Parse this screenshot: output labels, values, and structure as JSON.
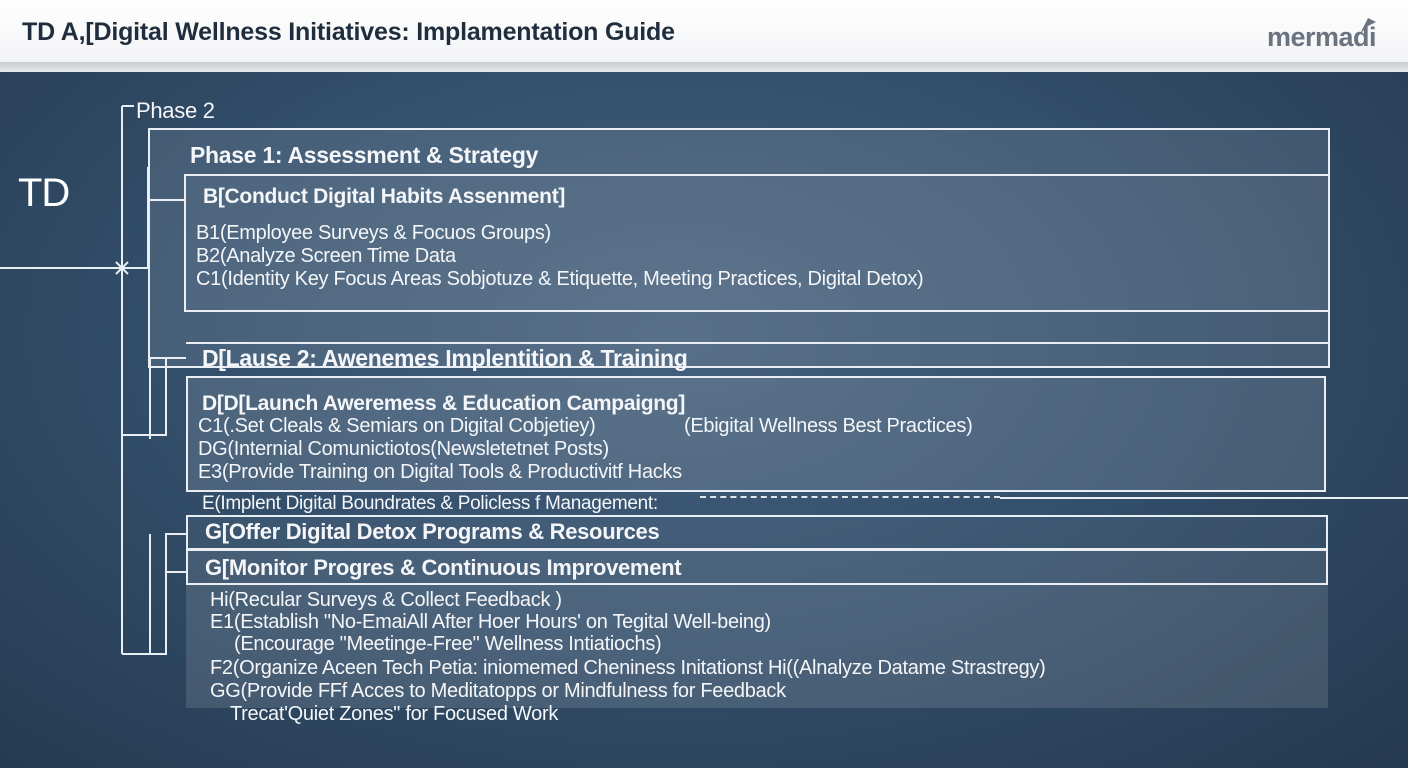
{
  "header": {
    "title": "TD A,[Digital Wellness Initiatives: Implamentation Guide",
    "logo": "mermadi"
  },
  "diagram": {
    "root_label": "TD",
    "phase2_tag": "Phase 2",
    "phase1": {
      "title": "Phase 1: Assessment & Strategy",
      "node_b": "B[Conduct Digital Habits Assenment]",
      "items": [
        "B1(Employee Surveys &  Focuos Groups)",
        "B2(Analyze Screen Time Data",
        "C1(Identity Key Focus Areas Sobjotuze & Etiquette, Meeting Practices, Digital Detox)"
      ]
    },
    "phase2": {
      "title": "D[Lause 2: Awenemes Implentition & Training",
      "node_d": "D[D[Launch Aweremess & Education Campaigng]",
      "items": [
        "C1(.Set Cleals & Semiars on Digital Cobjetiey)",
        "(Ebigital Wellness Best Practices)",
        "DG(Internial Comunictiotos(Newsletetnet Posts)",
        "E3(Provide Training on Digital Tools & Productivitf Hacks"
      ],
      "node_e": "E(Implent Digital Boundrates & Policless f Management:"
    },
    "node_g1": "G[Offer Digital Detox Programs & Resources",
    "node_g2": "G[Monitor Progres & Continuous Improvement",
    "final_items": [
      "Hi(Recular Surveys & Collect Feedback )",
      "E1(Establish \"No-EmaiAll After Hoer Hours' on Tegital Well-being)",
      "(Encourage \"Meetinge-Free\" Wellness Intiatiochs)",
      "F2(Organize Aceen Tech Petia: iniomemed Cheniness Initationst Hi((Alnalyze Datame Strastregy)",
      "GG(Provide FFf Acces to Meditatopps or Mindfulness for Feedback",
      "Trecat'Quiet Zones\" for Focused Work"
    ]
  }
}
